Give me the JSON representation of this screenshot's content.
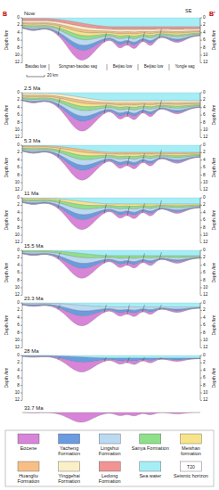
{
  "diagram": {
    "labels": [
      "B",
      "B'",
      "SE",
      "Baodao low",
      "Songnan-baodao sag",
      "Beijiao low",
      "Beijiao low",
      "Yongle sag",
      "20 km",
      "Now",
      "2.5 Ma",
      "5.3 Ma",
      "11 Ma",
      "15.5 Ma",
      "23.3 Ma",
      "28 Ma",
      "33.7 Ma",
      "Depth /km",
      "Depth /km",
      "0",
      "2",
      "4",
      "6",
      "8",
      "10",
      "12",
      "0",
      "2",
      "4",
      "6",
      "8",
      "10",
      "12",
      "Depth /km",
      "Depth /km",
      "0",
      "2",
      "4",
      "6",
      "8",
      "10",
      "12",
      "0",
      "2",
      "4",
      "6",
      "8",
      "10",
      "12",
      "Depth /km",
      "Depth /km",
      "0",
      "2",
      "4",
      "6",
      "8",
      "10",
      "12",
      "0",
      "2",
      "4",
      "6",
      "8",
      "10",
      "12",
      "Depth /km",
      "Depth /km",
      "0",
      "2",
      "4",
      "6",
      "8",
      "10",
      "12",
      "0",
      "2",
      "4",
      "6",
      "8",
      "10",
      "12",
      "Depth /km",
      "Depth /km",
      "0",
      "2",
      "4",
      "6",
      "8",
      "10",
      "12",
      "0",
      "2",
      "4",
      "6",
      "8",
      "10",
      "12",
      "Depth /km",
      "Depth /km",
      "0",
      "2",
      "4",
      "6",
      "8",
      "10",
      "12",
      "0",
      "2",
      "4",
      "6",
      "8",
      "10",
      "12",
      "Depth /km",
      "Depth /km",
      "0",
      "2",
      "4",
      "6",
      "8",
      "10",
      "12",
      "0",
      "2",
      "4",
      "6",
      "8",
      "10",
      "12",
      "T20"
    ],
    "legend": [
      {
        "text": "Eocene",
        "color": "#d884d8"
      },
      {
        "text": "Yacheng Formation",
        "color": "#6b9be0"
      },
      {
        "text": "Lingshui Formation",
        "color": "#bcd9f2"
      },
      {
        "text": "Sanya Formation",
        "color": "#8fe08a"
      },
      {
        "text": "Meishan formation",
        "color": "#f7e48a"
      },
      {
        "text": "Huangliu Formation",
        "color": "#f7bf86"
      },
      {
        "text": "Yinggehai Formation",
        "color": "#fbefc8"
      },
      {
        "text": "Ledong Formation",
        "color": "#f29494"
      },
      {
        "text": "Sea water",
        "color": "#a6eef6"
      },
      {
        "text": "Seismic horizon"
      }
    ]
  }
}
